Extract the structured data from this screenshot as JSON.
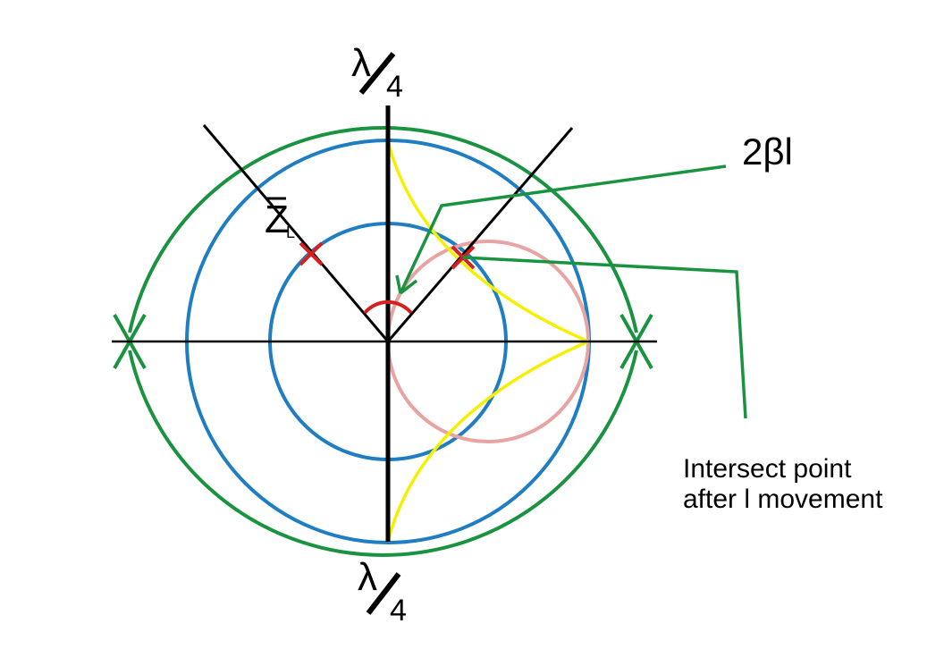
{
  "labels": {
    "lambda_top": "λ",
    "lambda_top_denominator": "4",
    "lambda_bottom": "λ",
    "lambda_bottom_denominator": "4",
    "load_impedance": "Z",
    "load_impedance_subscript": "L",
    "two_beta_l": "2βl",
    "intersect_line1": "Intersect point",
    "intersect_line2": "after l movement"
  },
  "colors": {
    "axis": "#000000",
    "outer_arc": "#1a9340",
    "mid_circle": "#1f7ec2",
    "inner_circle": "#1f7ec2",
    "pink_circle": "#e8a3a3",
    "cusp_curves": "#f5f000",
    "markers": "#d42020",
    "callouts": "#1a9340"
  }
}
